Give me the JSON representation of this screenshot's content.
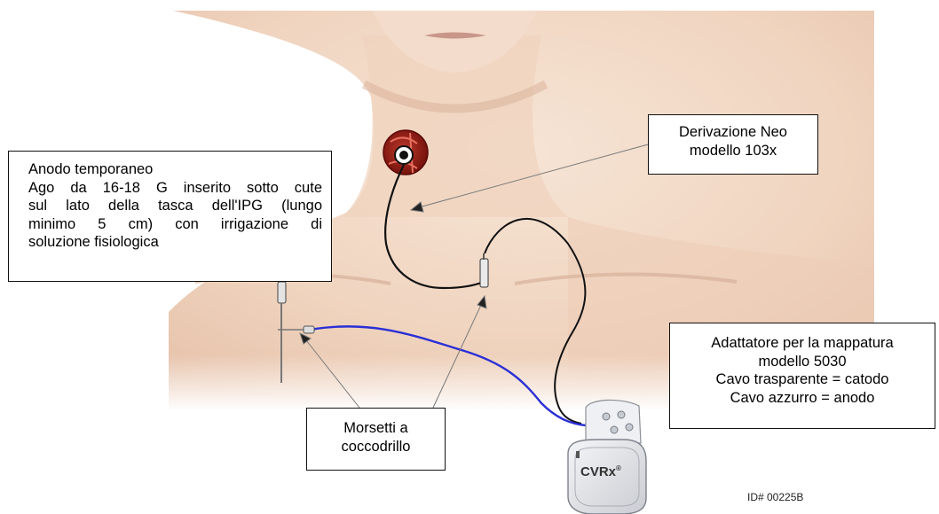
{
  "callouts": {
    "anodo": {
      "title": "Anodo temporaneo",
      "lines": [
        "Ago da 16-18 G inserito sotto cute",
        "sul lato della tasca dell'IPG (lungo",
        "minimo 5 cm) con irrigazione di",
        "soluzione fisiologica"
      ]
    },
    "neo": {
      "lines": [
        "Derivazione Neo",
        "modello 103x"
      ]
    },
    "adattatore": {
      "lines": [
        "Adattatore per la mappatura",
        "modello 5030",
        "Cavo trasparente = catodo",
        "Cavo azzurro = anodo"
      ]
    },
    "morsetti": {
      "lines": [
        "Morsetti a",
        "coccodrillo"
      ]
    }
  },
  "device": {
    "logo_text": "CVRx",
    "logo_mark": "®"
  },
  "footer": {
    "id_text": "ID# 00225B"
  },
  "colors": {
    "skin": "#f1d9c6",
    "skin_shadow": "#d9b29a",
    "lead_black": "#111111",
    "lead_blue": "#2a2fd6",
    "carotid_red": "#8b1a12",
    "device_gray": "#dadde2"
  }
}
